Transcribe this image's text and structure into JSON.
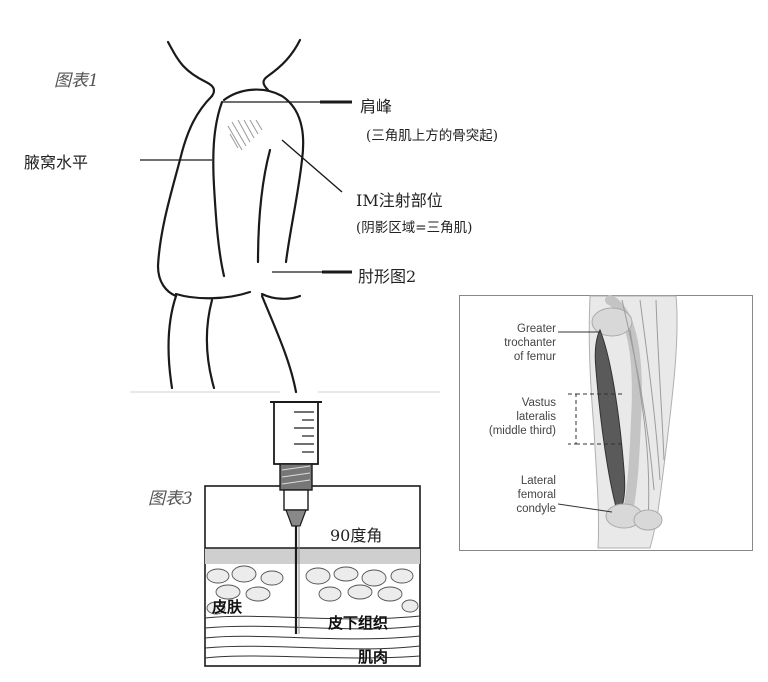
{
  "figure1": {
    "caption": "图表1",
    "axilla_label": "腋窝水平",
    "acromion_title": "肩峰",
    "acromion_note": "(三角肌上方的骨突起)",
    "site_title": "IM注射部位",
    "site_note": "(阴影区域=三角肌)",
    "elbow_label": "肘形图2"
  },
  "figure2": {
    "labels": [
      {
        "lines": [
          "Greater",
          "trochanter",
          "of femur"
        ]
      },
      {
        "lines": [
          "Vastus",
          "lateralis",
          "(middle third)"
        ]
      },
      {
        "lines": [
          "Lateral",
          "femoral",
          "condyle"
        ]
      }
    ]
  },
  "figure3": {
    "caption": "图表3",
    "angle_label": "90度角",
    "skin_label": "皮肤",
    "subcutaneous_label": "皮下组织",
    "muscle_label": "肌肉"
  },
  "colors": {
    "line": "#1a1a1a",
    "shade": "#9a9a9a",
    "thigh_bg": "#e9e9e9",
    "muscle": "#5a5a5a"
  }
}
